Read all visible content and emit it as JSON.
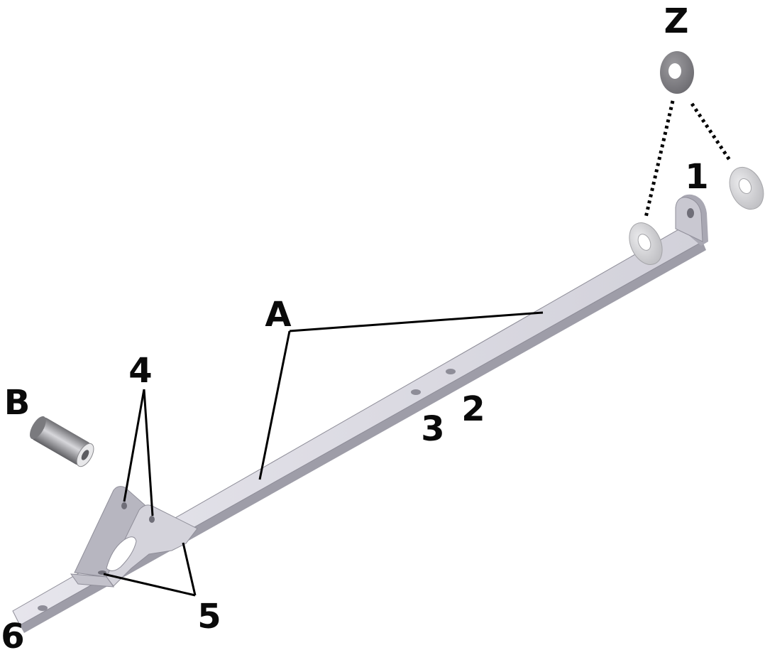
{
  "labels": {
    "A": "A",
    "B": "B",
    "Z": "Z",
    "one": "1",
    "two": "2",
    "three": "3",
    "four": "4",
    "five": "5",
    "six": "6"
  },
  "colors": {
    "background": "#ffffff",
    "metal_top": "#dcdbe3",
    "metal_side": "#a9a8b3",
    "metal_dark": "#8f8e99",
    "leader": "#000000",
    "washer_dark": "#7d7c80",
    "washer_light": "#d6d6d8"
  }
}
